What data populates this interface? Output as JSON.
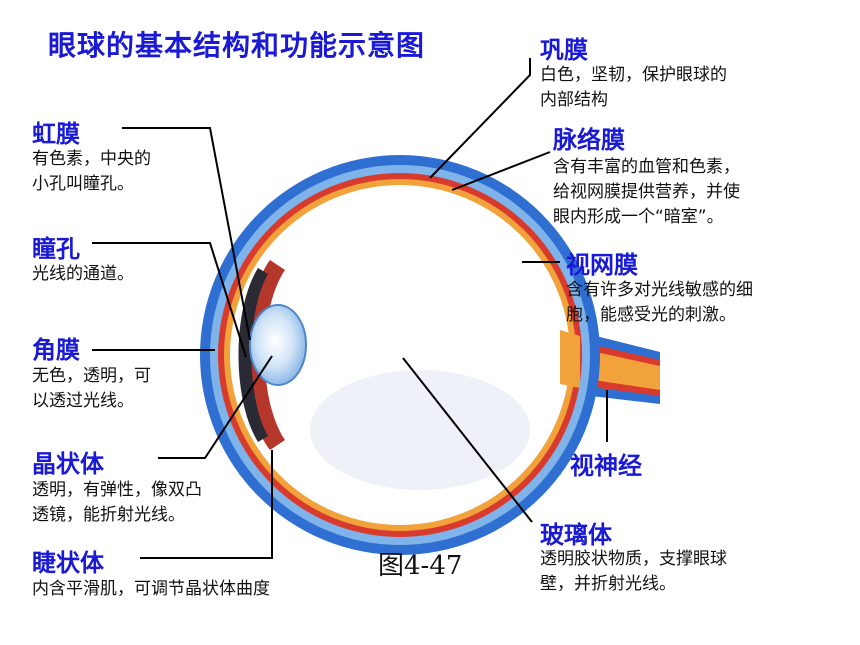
{
  "title": "眼球的基本结构和功能示意图",
  "figure_caption": "图4-47",
  "colors": {
    "label": "#1a1ad6",
    "sclera": "#2f6fd2",
    "choroid": "#d83a2e",
    "retina": "#f2a23a",
    "leader": "#000000"
  },
  "labels": {
    "sclera": {
      "name": "巩膜",
      "desc": "白色，坚韧，保护眼球的\n内部结构"
    },
    "choroid": {
      "name": "脉络膜",
      "desc": "含有丰富的血管和色素，\n给视网膜提供营养，并使\n眼内形成一个“暗室”。"
    },
    "retina": {
      "name": "视网膜",
      "desc": "含有许多对光线敏感的细\n胞，能感受光的刺激。"
    },
    "optic_nerve": {
      "name": "视神经"
    },
    "vitreous": {
      "name": "玻璃体",
      "desc": "透明胶状物质，支撑眼球\n壁，并折射光线。"
    },
    "iris": {
      "name": "虹膜",
      "desc": "有色素，中央的\n小孔叫瞳孔。"
    },
    "pupil": {
      "name": "瞳孔",
      "desc": "光线的通道。"
    },
    "cornea": {
      "name": "角膜",
      "desc": "无色，透明，可\n以透过光线。"
    },
    "lens": {
      "name": "晶状体",
      "desc": "透明，有弹性，像双凸\n透镜，能折射光线。"
    },
    "ciliary": {
      "name": "睫状体",
      "desc": "内含平滑肌，可调节晶状体曲度"
    }
  }
}
